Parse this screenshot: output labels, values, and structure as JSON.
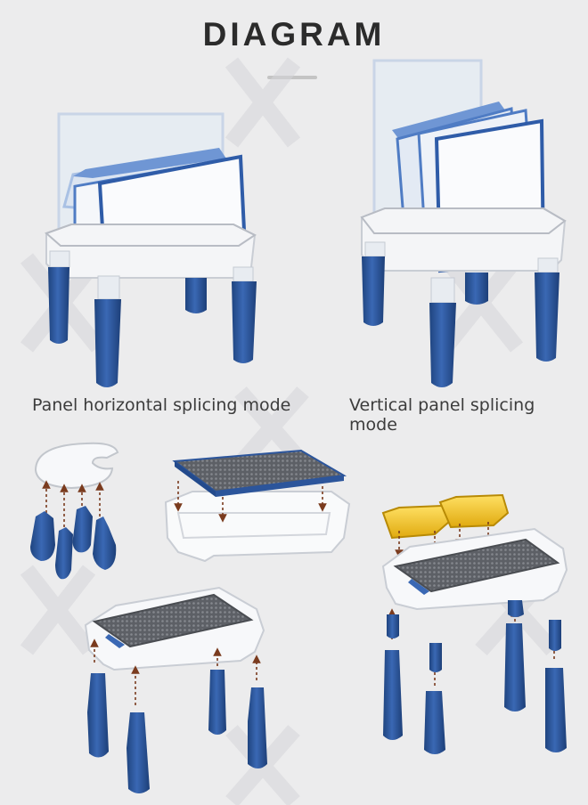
{
  "header": {
    "title": "DIAGRAM"
  },
  "captions": {
    "left": "Panel horizontal splicing mode",
    "right": "Vertical panel splicing mode"
  },
  "colors": {
    "background": "#ececed",
    "leg_blue": "#2c559b",
    "table_white": "#f6f7f9",
    "board_gray": "#6b6e73",
    "tray_yellow": "#f2c21c",
    "panel_frame": "#5d86c9"
  }
}
